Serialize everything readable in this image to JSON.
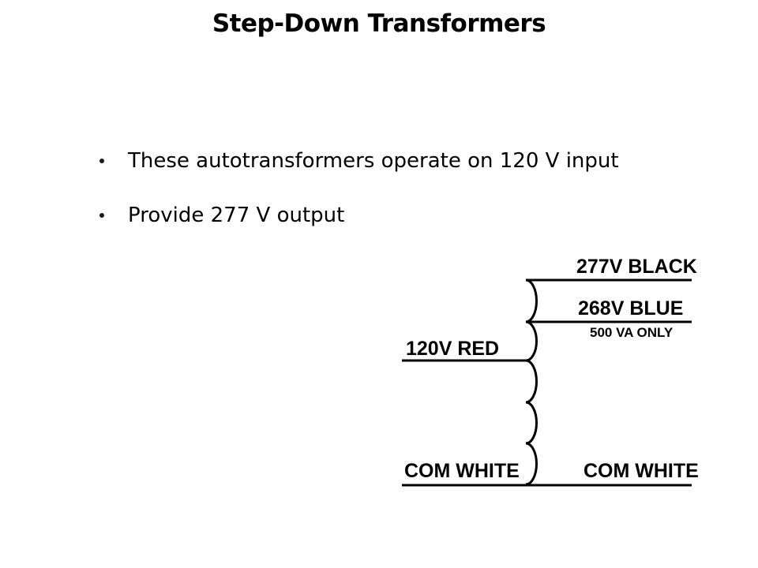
{
  "title": "Step-Down Transformers",
  "bullets": [
    "These autotransformers operate on 120 V input",
    "Provide 277 V output"
  ],
  "diagram": {
    "labels": {
      "tap_277": "277V BLACK",
      "tap_268": "268V BLUE",
      "tap_268_note": "500 VA ONLY",
      "input_120": "120V RED",
      "com_left": "COM WHITE",
      "com_right": "COM WHITE"
    },
    "colors": {
      "line": "#000000",
      "background": "#ffffff"
    }
  }
}
